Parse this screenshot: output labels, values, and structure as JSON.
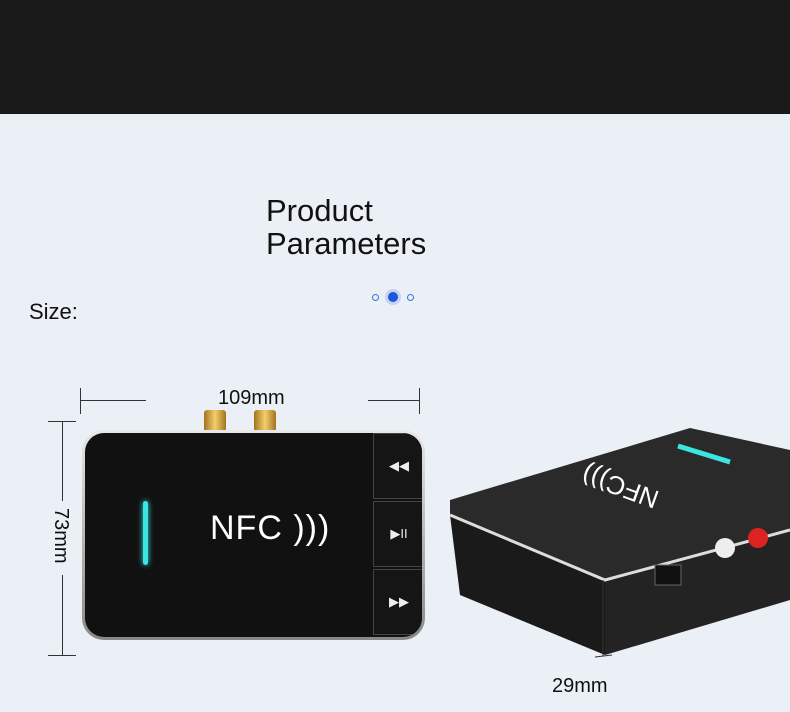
{
  "header": {
    "title": "Product Parameters"
  },
  "section": {
    "label": "Size:"
  },
  "carousel": {
    "dots": 3,
    "active_index": 1
  },
  "dimensions": {
    "width": "109mm",
    "height": "73mm",
    "depth": "29mm"
  },
  "device": {
    "logo_text": "NFC",
    "buttons": [
      {
        "icon": "previous-icon",
        "glyph": "◀◀"
      },
      {
        "icon": "play-pause-icon",
        "glyph": "▶II"
      },
      {
        "icon": "next-icon",
        "glyph": "▶▶"
      }
    ],
    "led_color": "#3ce6e0"
  }
}
